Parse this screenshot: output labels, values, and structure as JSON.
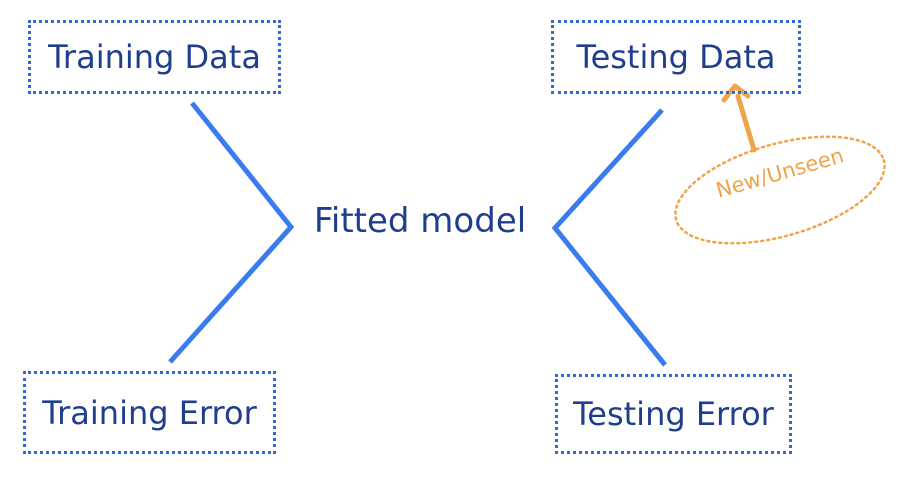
{
  "diagram": {
    "nodes": {
      "training_data": "Training Data",
      "testing_data": "Testing Data",
      "training_error": "Training Error",
      "testing_error": "Testing Error",
      "fitted_model": "Fitted model"
    },
    "annotation": {
      "label": "New/Unseen"
    },
    "colors": {
      "box_border": "#2f6ad9",
      "text": "#1f3f8c",
      "connector": "#3b7bf0",
      "annotation": "#f0a44a"
    }
  }
}
